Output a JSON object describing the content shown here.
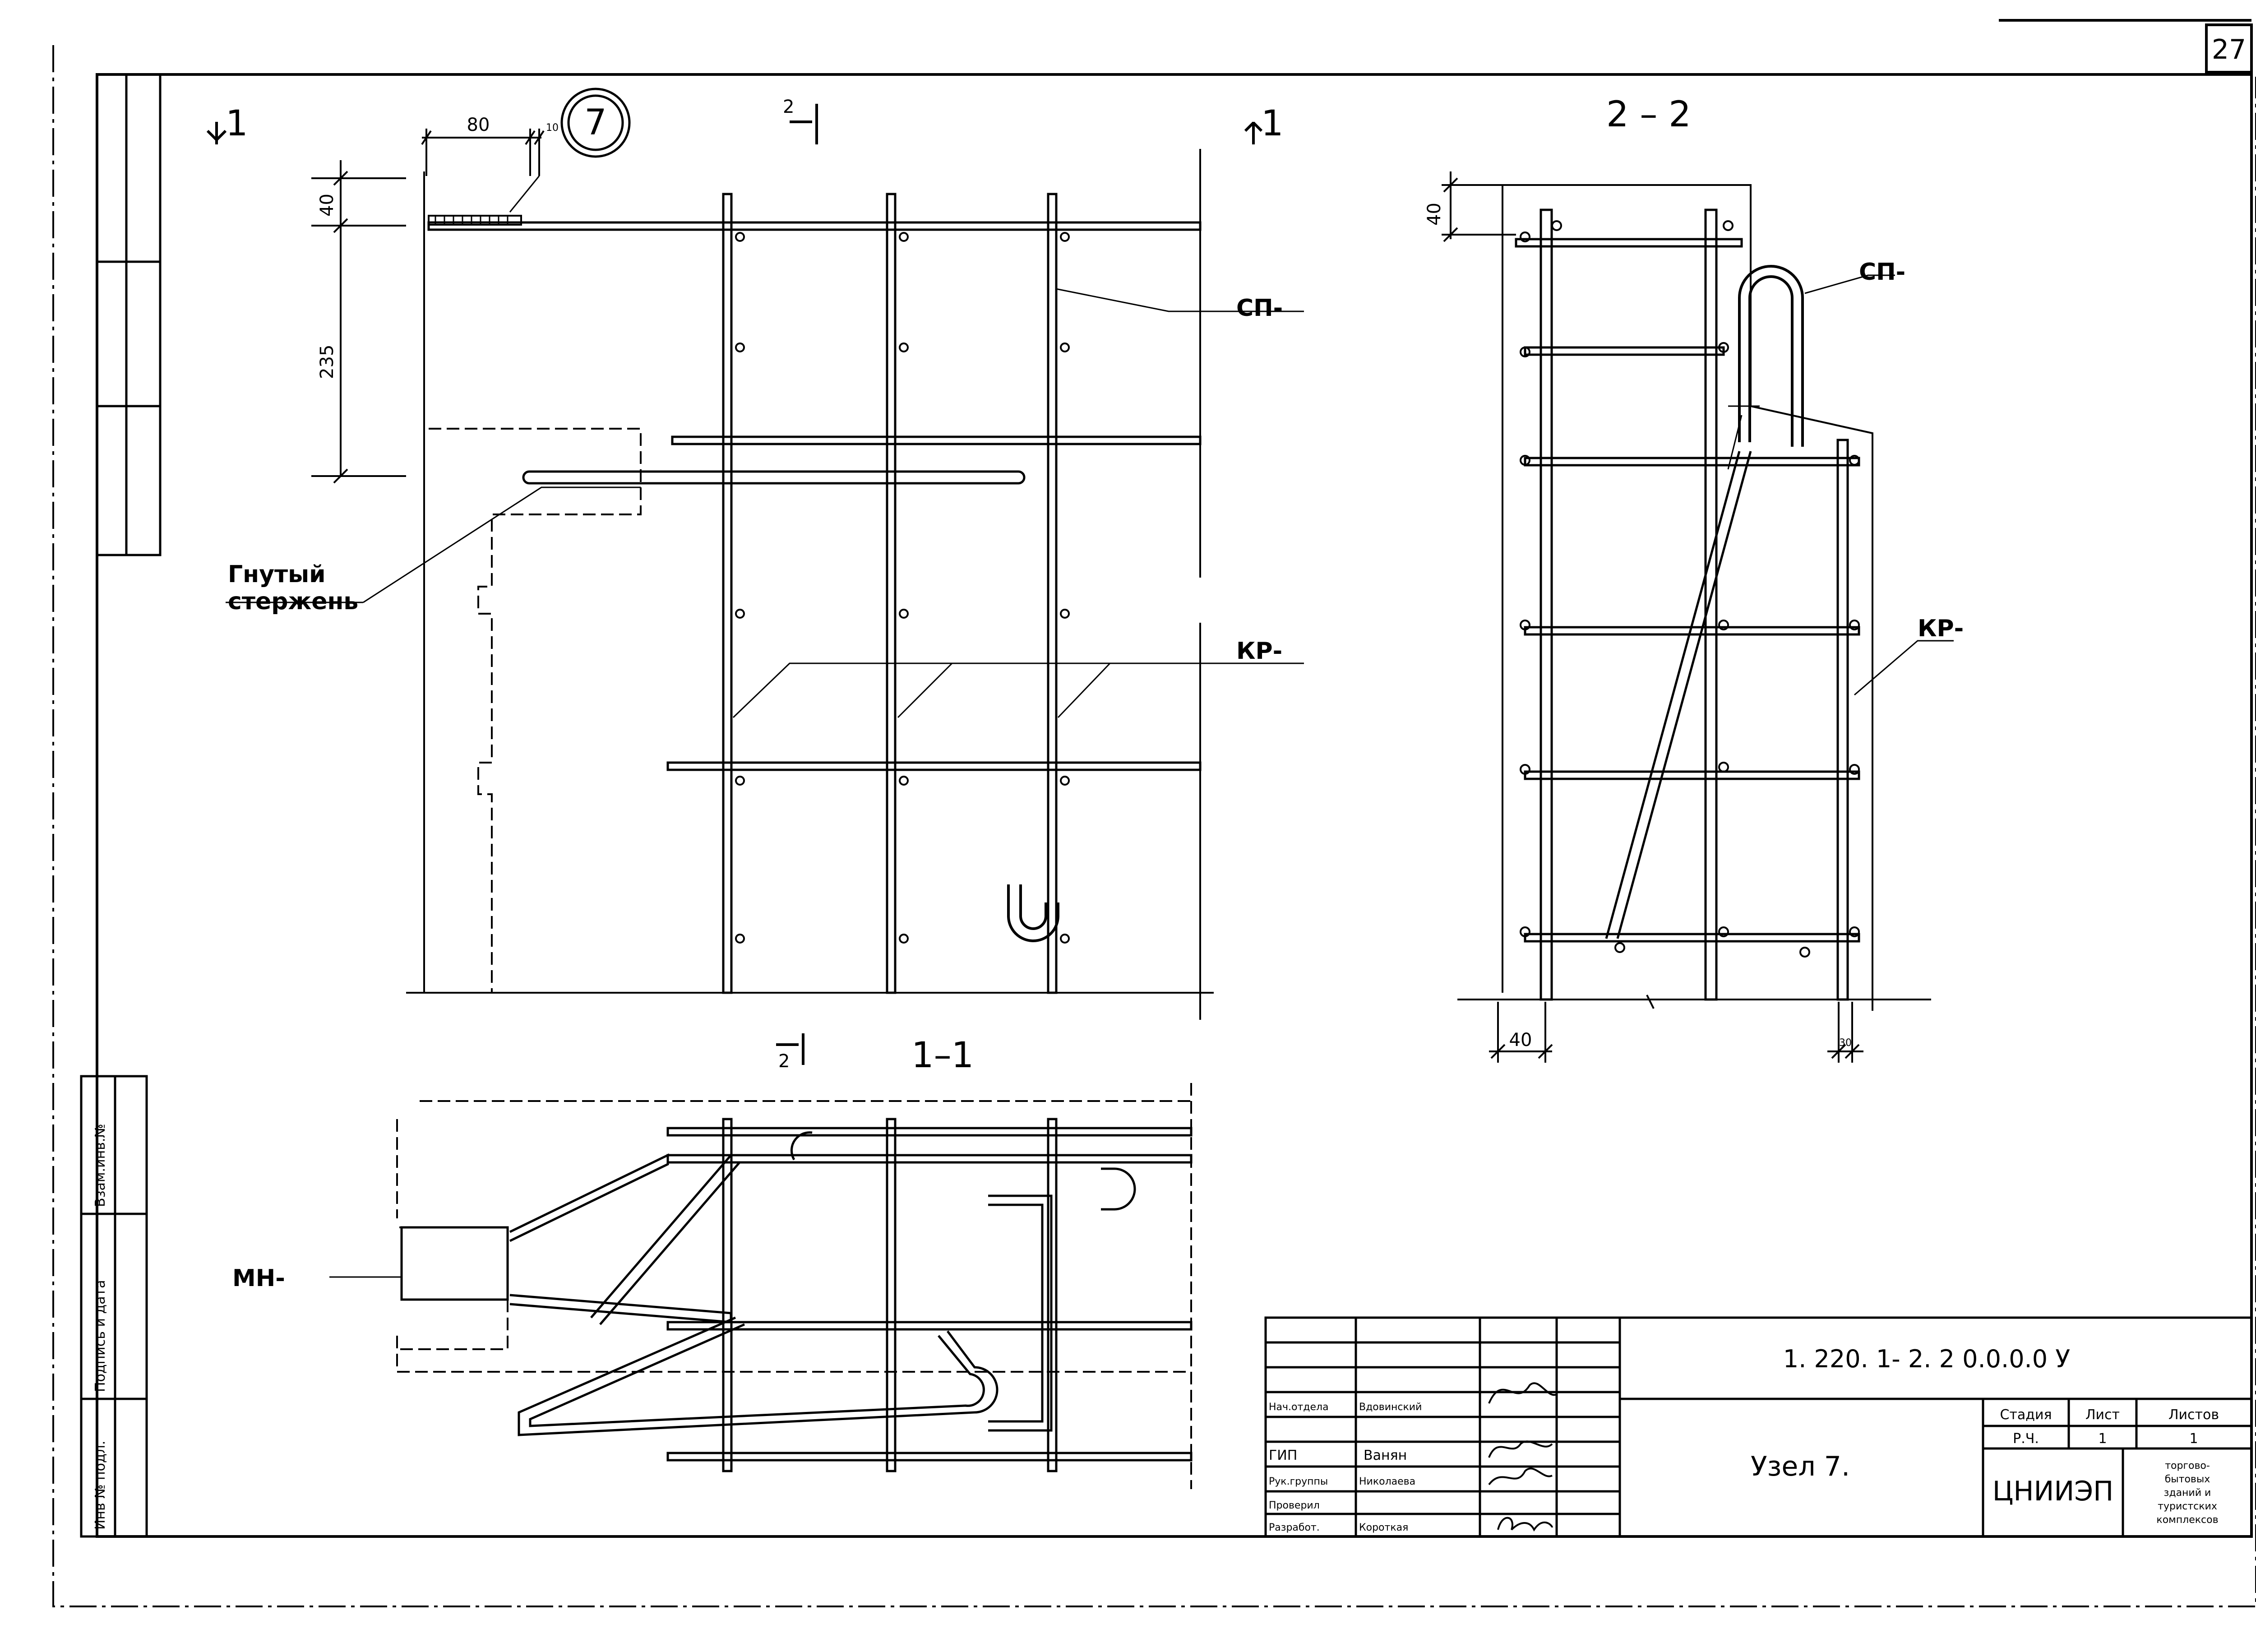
{
  "sheet": {
    "number": "27"
  },
  "section_marks": {
    "left_top": "1",
    "right_top": "1",
    "cut2_top": "2",
    "cut2_bottom": "2",
    "node": "7"
  },
  "views": {
    "section_2_2": "2 – 2",
    "section_1_1": "1–1"
  },
  "dimensions": {
    "d80": "80",
    "d10": "10",
    "d40_left": "40",
    "d235": "235",
    "d40_right": "40",
    "d40_bottom": "40",
    "d30_bottom": "30"
  },
  "labels": {
    "sp_left": "СП-",
    "sp_right": "СП-",
    "bent_rod_1": "Гнутый",
    "bent_rod_2": "стержень",
    "kr_left": "КР-",
    "kr_right": "КР-",
    "mn": "МН-"
  },
  "side_stamp": {
    "inv_podl": "Инв № подл.",
    "sign_date": "Подпись и дата",
    "vzam": "Взам.инв.№"
  },
  "title_block": {
    "code": "1. 220. 1- 2. 2 0.0.0.0 У",
    "title": "Узел 7.",
    "rows": [
      {
        "role": "Нач.отдела",
        "name": "Вдовинский"
      },
      {
        "role": "ГИП",
        "name": "Ванян"
      },
      {
        "role": "Рук.группы",
        "name": "Николаева"
      },
      {
        "role": "Проверил",
        "name": ""
      },
      {
        "role": "Разработ.",
        "name": "Короткая"
      }
    ],
    "stage_header": "Стадия",
    "sheet_header": "Лист",
    "sheets_header": "Листов",
    "stage_value": "Р.Ч.",
    "sheet_value": "1",
    "sheets_value": "1",
    "org": "ЦНИИЭП",
    "org_desc": [
      "торгово-",
      "бытовых",
      "зданий и",
      "туристских",
      "комплексов"
    ]
  }
}
